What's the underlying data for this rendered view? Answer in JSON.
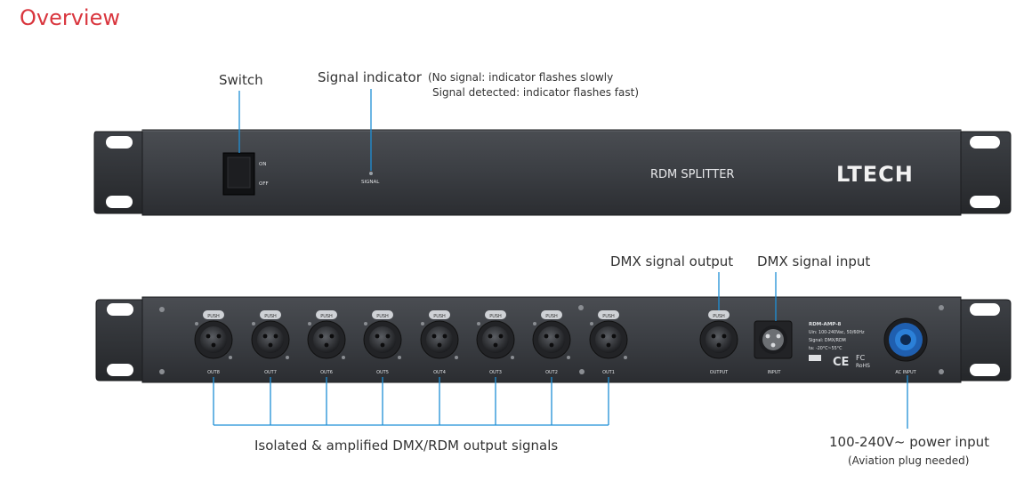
{
  "title": "Overview",
  "front": {
    "switch_label": "Switch",
    "signal_label": "Signal indicator",
    "signal_note_1": "(No signal: indicator flashes slowly",
    "signal_note_2": "Signal detected: indicator flashes fast)",
    "on": "ON",
    "off": "OFF",
    "signal": "SIGNAL",
    "product": "RDM SPLITTER",
    "brand": "LTECH"
  },
  "back": {
    "dmx_output_label": "DMX signal output",
    "dmx_input_label": "DMX signal input",
    "push": "PUSH",
    "ports": [
      "OUT8",
      "OUT7",
      "OUT6",
      "OUT5",
      "OUT4",
      "OUT3",
      "OUT2",
      "OUT1"
    ],
    "output_port": "OUTPUT",
    "input_port": "INPUT",
    "ac_port": "AC INPUT",
    "spec_lines": [
      "RDM-AMP-8",
      "Uin: 100-240Vac, 50/60Hz",
      "Signal: DMX/RDM",
      "ta: -20°C~55°C"
    ],
    "cert_ce": "CE",
    "cert_fc": "FC",
    "cert_rohs": "RoHS",
    "outputs_caption": "Isolated & amplified DMX/RDM output signals",
    "power_caption": "100-240V~ power input",
    "power_note": "(Aviation plug needed)"
  },
  "colors": {
    "title": "#d9363e",
    "callout": "#1e8fd6",
    "panel": "#3a3d42",
    "ear": "#2f3236"
  }
}
